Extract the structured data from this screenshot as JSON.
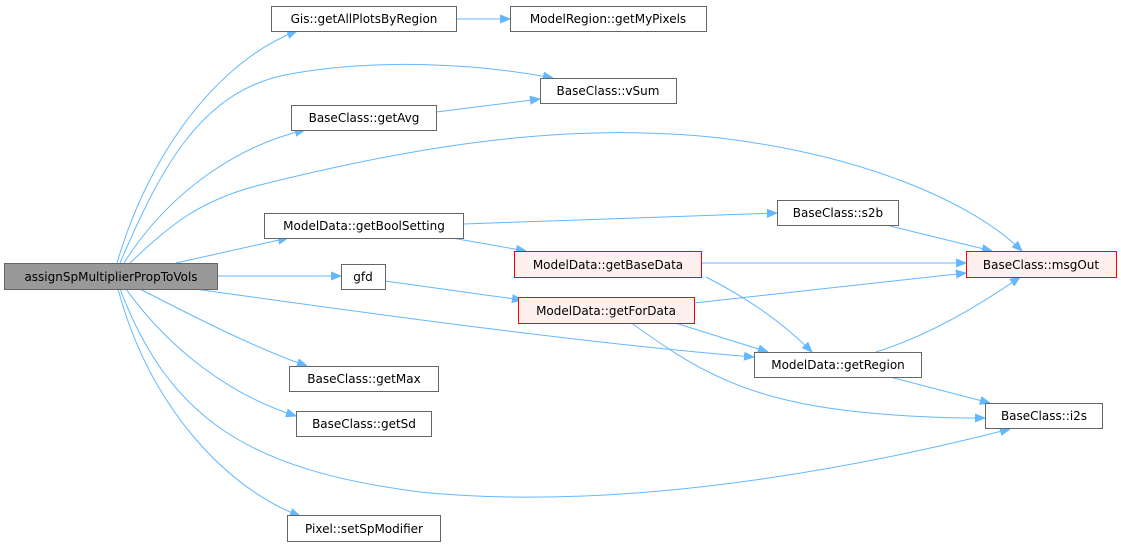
{
  "graph": {
    "type": "call-graph",
    "edge_color": "#63b8ff",
    "nodes": {
      "root": "assignSpMultiplierPropToVols",
      "getAllPlotsByRegion": "Gis::getAllPlotsByRegion",
      "getMyPixels": "ModelRegion::getMyPixels",
      "vSum": "BaseClass::vSum",
      "getAvg": "BaseClass::getAvg",
      "getBoolSetting": "ModelData::getBoolSetting",
      "s2b": "BaseClass::s2b",
      "getBaseData": "ModelData::getBaseData",
      "msgOut": "BaseClass::msgOut",
      "gfd": "gfd",
      "getForData": "ModelData::getForData",
      "getRegion": "ModelData::getRegion",
      "getMax": "BaseClass::getMax",
      "i2s": "BaseClass::i2s",
      "getSd": "BaseClass::getSd",
      "setSpModifier": "Pixel::setSpModifier"
    }
  }
}
